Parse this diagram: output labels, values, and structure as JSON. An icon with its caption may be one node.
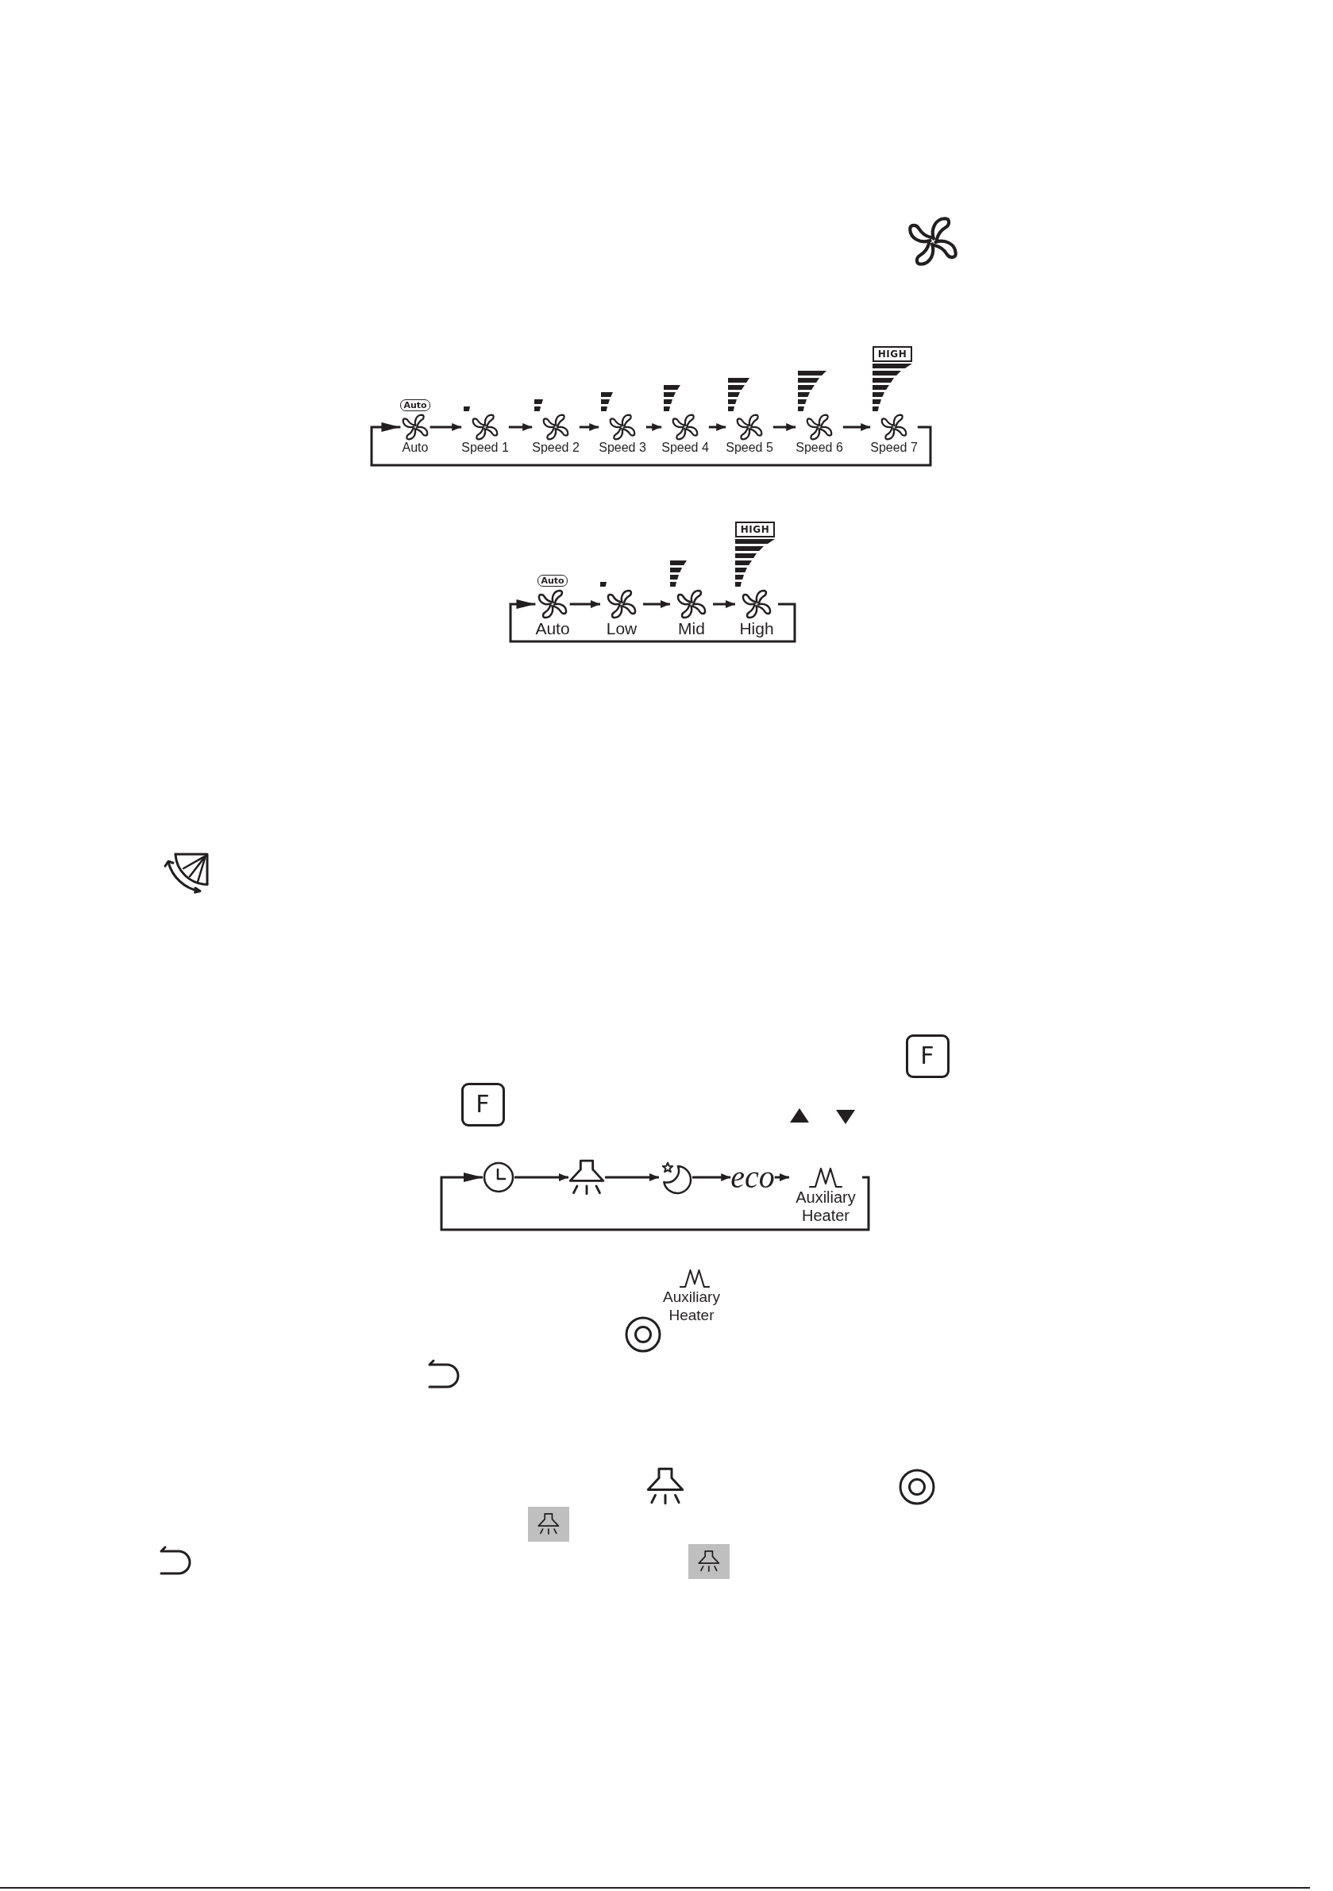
{
  "diagram": {
    "nodes": [
      {
        "text": [
          "Auto",
          "Auto"
        ]
      },
      {
        "text": [
          "Speed 1"
        ]
      },
      {
        "text": [
          "Speed 2"
        ]
      },
      {
        "text": [
          "Speed 3"
        ]
      },
      {
        "text": [
          "Speed 4"
        ]
      },
      {
        "text": [
          "Speed 5"
        ]
      },
      {
        "text": [
          "Speed 6"
        ]
      },
      {
        "text": [
          "HIGH",
          "Speed 7"
        ]
      },
      {
        "text": [
          "Auto",
          "Auto"
        ]
      },
      {
        "text": [
          "Low"
        ]
      },
      {
        "text": [
          "Mid"
        ]
      },
      {
        "text": [
          "HIGH",
          "High"
        ]
      },
      {
        "text": [],
        "shape": "picture"
      },
      {
        "text": [],
        "shape": "picture"
      },
      {
        "text": [],
        "shape": "picture"
      },
      {
        "text": [
          "eco"
        ]
      },
      {
        "text": [
          "Auxiliary Heater"
        ]
      }
    ],
    "edges": [
      {
        "from": 0,
        "to": 1,
        "arrow": "to"
      },
      {
        "from": 1,
        "to": 2,
        "arrow": "to"
      },
      {
        "from": 2,
        "to": 3,
        "arrow": "to"
      },
      {
        "from": 3,
        "to": 4,
        "arrow": "to"
      },
      {
        "from": 4,
        "to": 5,
        "arrow": "to"
      },
      {
        "from": 5,
        "to": 6,
        "arrow": "to"
      },
      {
        "from": 6,
        "to": 7,
        "arrow": "to"
      },
      {
        "from": 7,
        "to": 0,
        "arrow": "to"
      },
      {
        "from": 8,
        "to": 9,
        "arrow": "to"
      },
      {
        "from": 9,
        "to": 10,
        "arrow": "to"
      },
      {
        "from": 10,
        "to": 11,
        "arrow": "to"
      },
      {
        "from": 11,
        "to": 8,
        "arrow": "to"
      },
      {
        "from": 12,
        "to": 13,
        "arrow": "to"
      },
      {
        "from": 13,
        "to": 14,
        "arrow": "to"
      },
      {
        "from": 14,
        "to": 15,
        "arrow": "to"
      },
      {
        "from": 15,
        "to": 16,
        "arrow": "to"
      },
      {
        "from": 16,
        "to": 12,
        "arrow": "to"
      }
    ],
    "labels": [
      "F",
      "F",
      "Auxiliary Heater"
    ]
  }
}
